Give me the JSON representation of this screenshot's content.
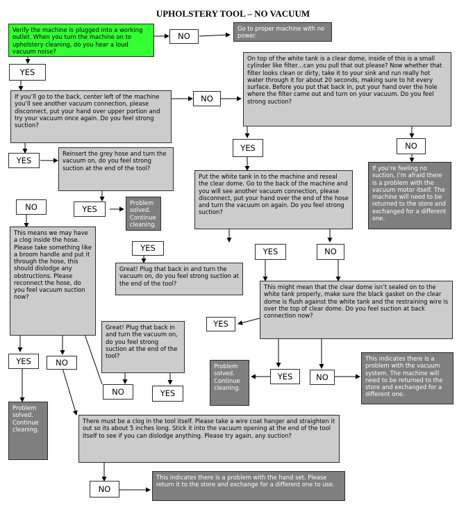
{
  "title": "UPHOLSTERY TOOL – NO VACUUM",
  "boxes": {
    "b1": "Verify the machine is plugged into a working outlet. When you turn the machine on to upholstery cleaning, do you hear a loud vacuum noise?",
    "b2": "Go to proper machine with no power.",
    "b3": "If you’ll go to the back, center left of the machine you’ll see another vacuum connection, please disconnect, put your hand over upper portion and try your vacuum once again.  Do you feel strong suction?",
    "b4": "On top of the white tank is a clear dome, inside of this is a small cylinder like filter…can you pull that out please?  Now whether that filter looks clean or dirty, take it to your sink and run really hot water through it for about 20 seconds, making sure to hit every surface. Before you put that back in, put your hand over the hole where the filter came out and turn on your vacuum.  Do you feel strong suction?",
    "b5": "Reinsert the grey hose and turn the vacuum on, do you feel strong suction at the end of the tool?",
    "b6": "Put the white tank in to the machine and reseal the clear dome. Go to the back of the machine and you will see another vacuum connection, please disconnect, put your hand over the end of the hose and turn the vacuum on again.  Do you feel strong suction?",
    "b7": "If you’re feeling no suction, I’m afraid there is a problem with the vacuum motor itself. The machine will need to be returned to the store and exchanged for a different one.",
    "b8": "Problem solved. Continue cleaning.",
    "b9": "This means we may have a clog inside the hose.  Please take something like a broom handle and put it through the hose, this should dislodge any obstructions. Please reconnect the hose, do you feel vacuum suction now?",
    "b10": "Great! Plug that back in and turn the vacuum on, do you feel strong suction at the end of the tool?",
    "b11": "This might mean that the clear dome isn’t sealed on to the white tank properly, make sure the black gasket on the clear dome is flush against the white tank and the restraining wire is over the top of clear dome.  Do you feel suction at back connection now?",
    "b12": "Great! Plug that back in and turn the vacuum on, do you feel strong suction at the end of the tool?",
    "b13": "Problem solved. Continue cleaning.",
    "b14": "This indicates there is a problem with the vacuum system.  The machine will need to be returned to the store and exchanged for a different one.",
    "b15": "Problem solved. Continue cleaning.",
    "b16": "There must be a clog in the tool itself. Please take a wire coat hanger and straighten it out so its about 5 inches long. Stick it into the vacuum opening at the end of the tool itself to see if you can dislodge anything. Please try again, any suction?",
    "b17": "This indicates there is a problem with the hand set.  Please return it to the store and exchange for a different one to use."
  },
  "labels": {
    "yes": "YES",
    "no": "NO"
  },
  "colors": {
    "start": "#33ff33",
    "question": "#cccccc",
    "terminal": "#7f7f7f"
  }
}
